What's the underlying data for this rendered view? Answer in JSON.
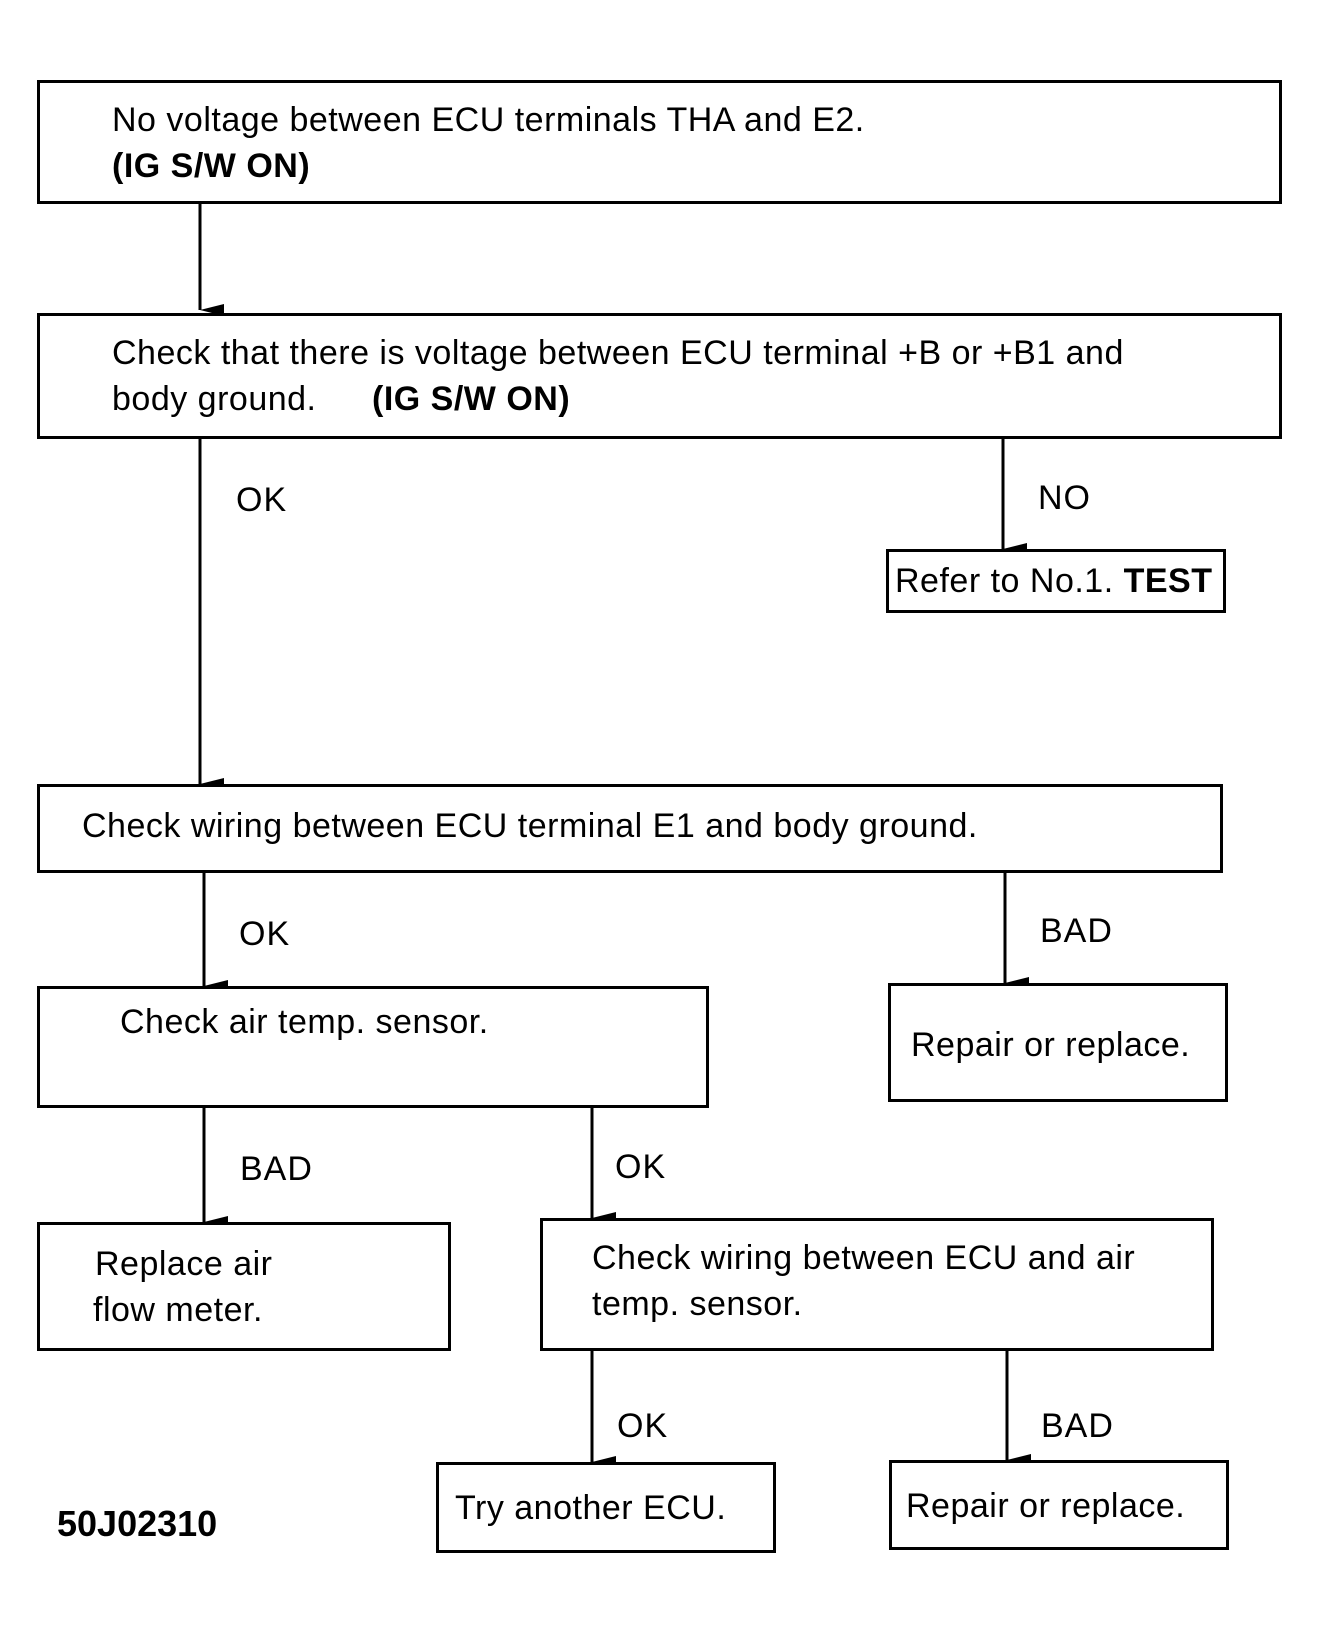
{
  "boxes": {
    "start": {
      "line1": "No voltage between ECU terminals THA and E2.",
      "line2": "(IG S/W  ON)"
    },
    "check_b": {
      "line1": "Check that there is voltage between ECU terminal +B or +B1 and",
      "line2a": "body ground.",
      "line2b": "(IG S/W  ON)"
    },
    "refer": {
      "text": "Refer to No.1.",
      "bold": "TEST"
    },
    "check_e1": {
      "text": "Check wiring between ECU terminal E1 and body ground."
    },
    "repair1": {
      "text": "Repair or replace."
    },
    "check_sensor": {
      "text": "Check air temp. sensor."
    },
    "replace_meter": {
      "line1": "Replace air",
      "line2": "flow meter."
    },
    "check_wiring_sensor": {
      "line1": "Check wiring between ECU and air",
      "line2": "temp. sensor."
    },
    "try_ecu": {
      "text": "Try another ECU."
    },
    "repair2": {
      "text": "Repair or replace."
    }
  },
  "labels": {
    "ok1": "OK",
    "no1": "NO",
    "ok2": "OK",
    "bad1": "BAD",
    "bad2": "BAD",
    "ok3": "OK",
    "ok4": "OK",
    "bad3": "BAD"
  },
  "figure_code": "50J02310"
}
